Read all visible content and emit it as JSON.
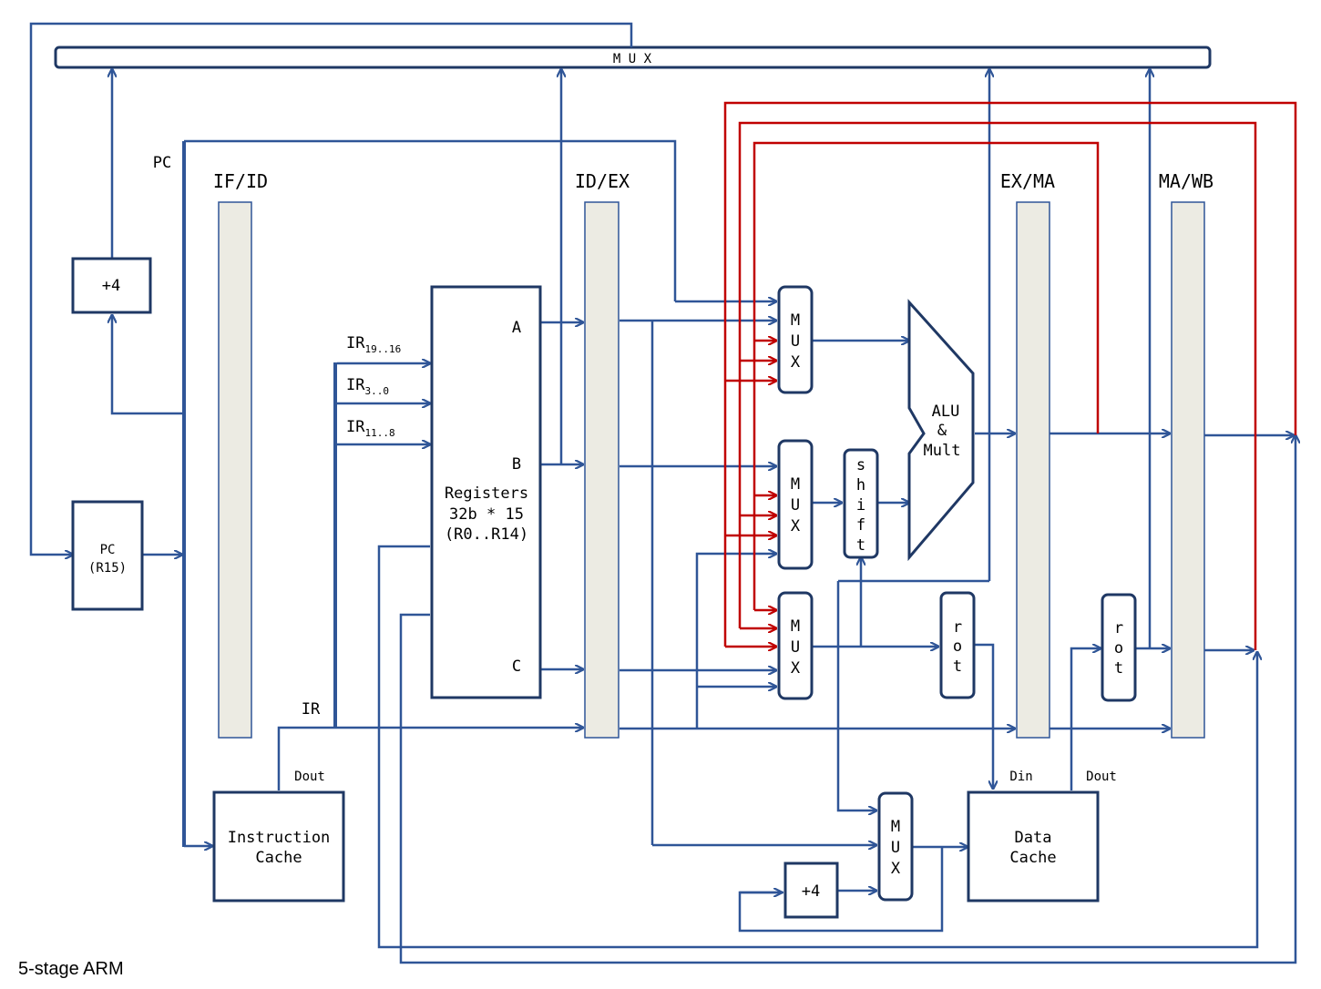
{
  "caption": "5-stage ARM",
  "colors": {
    "wire": "#2f5597",
    "forward": "#c00000",
    "latch_fill": "#ecebe3",
    "box_stroke": "#1f3864"
  },
  "top_mux": {
    "label": "M U X"
  },
  "pc_label": "PC",
  "stages": {
    "if_id": "IF/ID",
    "id_ex": "ID/EX",
    "ex_ma": "EX/MA",
    "ma_wb": "MA/WB"
  },
  "pc_box": {
    "line1": "PC",
    "line2": "(R15)"
  },
  "plus4_top": "+4",
  "plus4_bottom": "+4",
  "ir_fields": {
    "f1": {
      "base": "IR",
      "sub": "19..16"
    },
    "f2": {
      "base": "IR",
      "sub": "3..0"
    },
    "f3": {
      "base": "IR",
      "sub": "11..8"
    }
  },
  "ir_label": "IR",
  "registers": {
    "port_a": "A",
    "port_b": "B",
    "port_c": "C",
    "line1": "Registers",
    "line2": "32b * 15",
    "line3": "(R0..R14)"
  },
  "instruction_cache": {
    "line1": "Instruction",
    "line2": "Cache",
    "dout": "Dout"
  },
  "data_cache": {
    "line1": "Data",
    "line2": "Cache",
    "din": "Din",
    "dout": "Dout"
  },
  "mux_labels": {
    "m1": "M",
    "m2": "U",
    "m3": "X"
  },
  "shift_label": {
    "c1": "s",
    "c2": "h",
    "c3": "i",
    "c4": "f",
    "c5": "t"
  },
  "rot_label": {
    "c1": "r",
    "c2": "o",
    "c3": "t"
  },
  "alu": {
    "line1": "ALU",
    "line2": "&",
    "line3": "Mult"
  }
}
